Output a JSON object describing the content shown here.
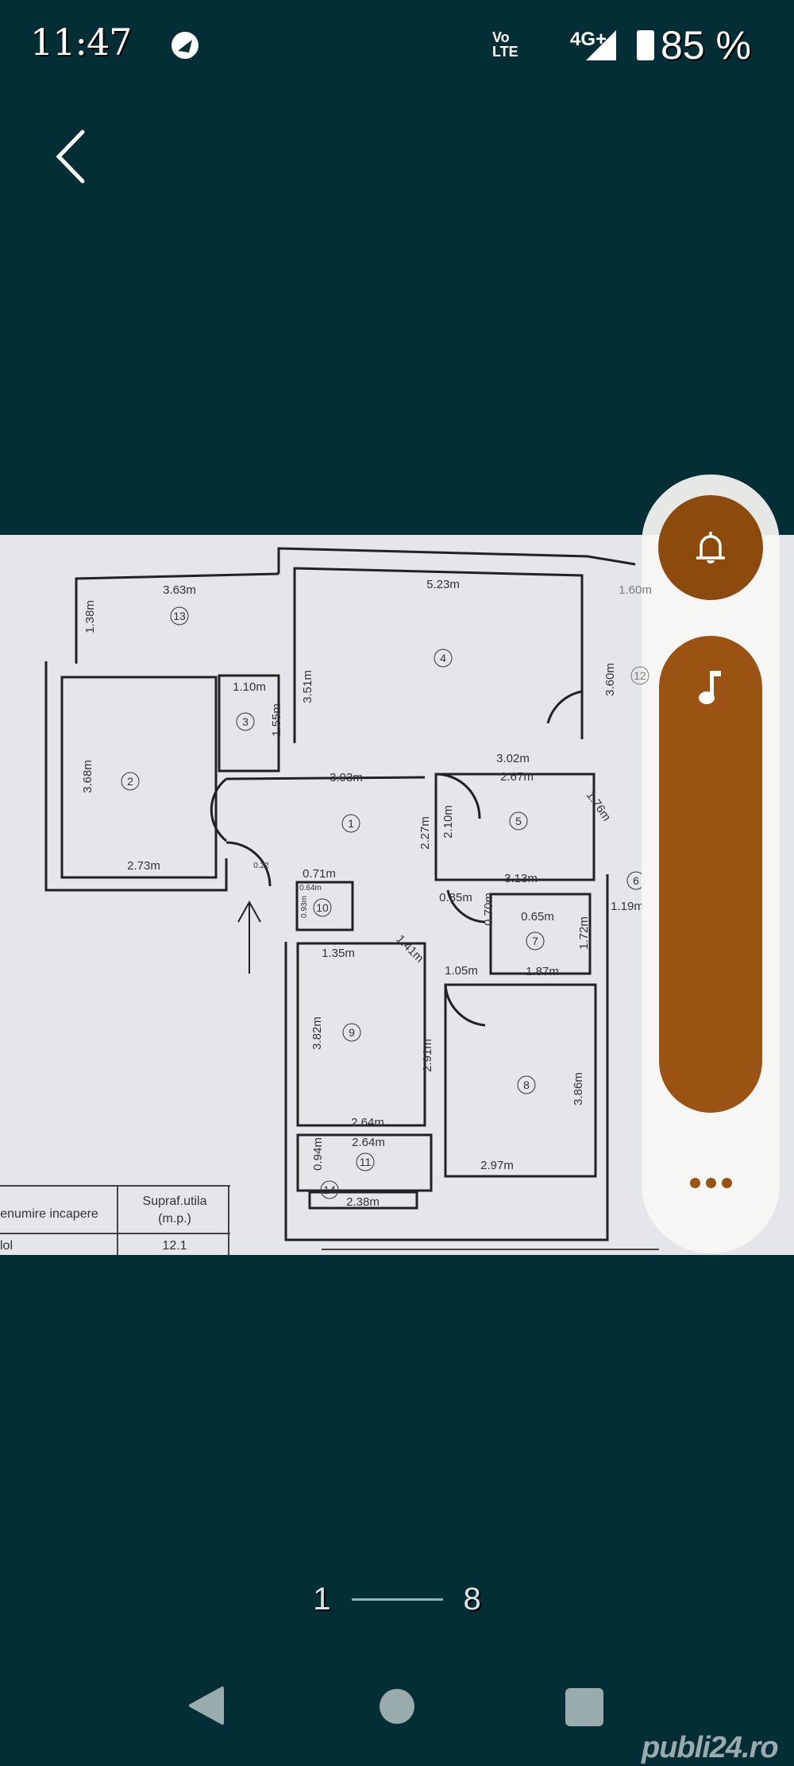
{
  "status_bar": {
    "time": "11:47",
    "volte": [
      "Vo",
      "LTE"
    ],
    "network": "4G+",
    "battery": "85 %",
    "icons": [
      "notification-app-icon",
      "volte-icon",
      "signal-icon",
      "battery-icon"
    ]
  },
  "header": {
    "back_icon": "chevron-left-icon"
  },
  "floor_plan": {
    "room_numbers": [
      "1",
      "2",
      "3",
      "4",
      "5",
      "6",
      "7",
      "8",
      "9",
      "10",
      "11",
      "12",
      "13",
      "14"
    ],
    "dimensions": {
      "d363": "3.63m",
      "d138": "1.38m",
      "d368": "3.68m",
      "d273": "2.73m",
      "d110": "1.10m",
      "d155": "1.55m",
      "d351": "3.51m",
      "d523": "5.23m",
      "d360": "3.60m",
      "d302": "3.02m",
      "d393": "3.93m",
      "d267": "2.67m",
      "d176": "1.76m",
      "d210": "2.10m",
      "d227": "2.27m",
      "d313": "3.13m",
      "d119": "1.19m",
      "d022": "0.22",
      "d071": "0.71m",
      "d064": "0.64m",
      "d093": "0.93m",
      "d085": "0.85m",
      "d070": "0.70m",
      "d065": "0.65m",
      "d172": "1.72m",
      "d187": "1.87m",
      "d135": "1.35m",
      "d141": "1.41m",
      "d105": "1.05m",
      "d382": "3.82m",
      "d291": "2.91m",
      "d264a": "2.64m",
      "d264b": "2.64m",
      "d094": "0.94m",
      "d238": "2.38m",
      "d386": "3.86m",
      "d297": "2.97m",
      "d160": "1.60m"
    },
    "table": {
      "headers": [
        "enumire incapere",
        "Supraf.utila",
        "(m.p.)"
      ],
      "rows": [
        [
          "lol",
          "12.1"
        ]
      ]
    }
  },
  "side_panel": {
    "buttons": [
      "bell-icon",
      "music-note-icon",
      "more-icon"
    ],
    "accent": "#9b5313"
  },
  "pager": {
    "current": "1",
    "total": "8"
  },
  "nav_bar": {
    "buttons": [
      "back",
      "home",
      "recents"
    ],
    "color": "#9aabae"
  },
  "watermark": "publi24.ro"
}
